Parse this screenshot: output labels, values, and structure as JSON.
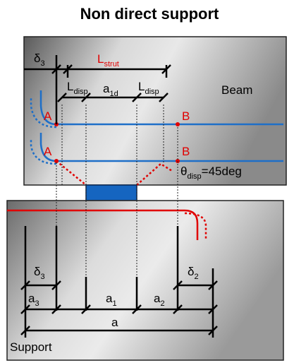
{
  "title": "Non direct support",
  "beam": {
    "label": "Beam"
  },
  "support": {
    "label": "Support"
  },
  "labels": {
    "l_strut_main": "L",
    "l_strut_sub": "strut",
    "l_disp_main": "L",
    "l_disp_sub": "disp",
    "a1d_main": "a",
    "a1d_sub": "1d",
    "point_a": "A",
    "point_b": "B",
    "theta_main": "θ",
    "theta_sub": "disp",
    "theta_value": "=45deg",
    "delta_symbol": "δ",
    "delta3_sub": "3",
    "delta2_sub": "2",
    "a_main": "a",
    "a3_sub": "3",
    "a1_sub": "1",
    "a2_sub": "2"
  },
  "colors": {
    "rebar_blue": "#1e6fc8",
    "rebar_red": "#e00000",
    "bearing_pad": "#1565c0",
    "dimension": "#000000"
  }
}
